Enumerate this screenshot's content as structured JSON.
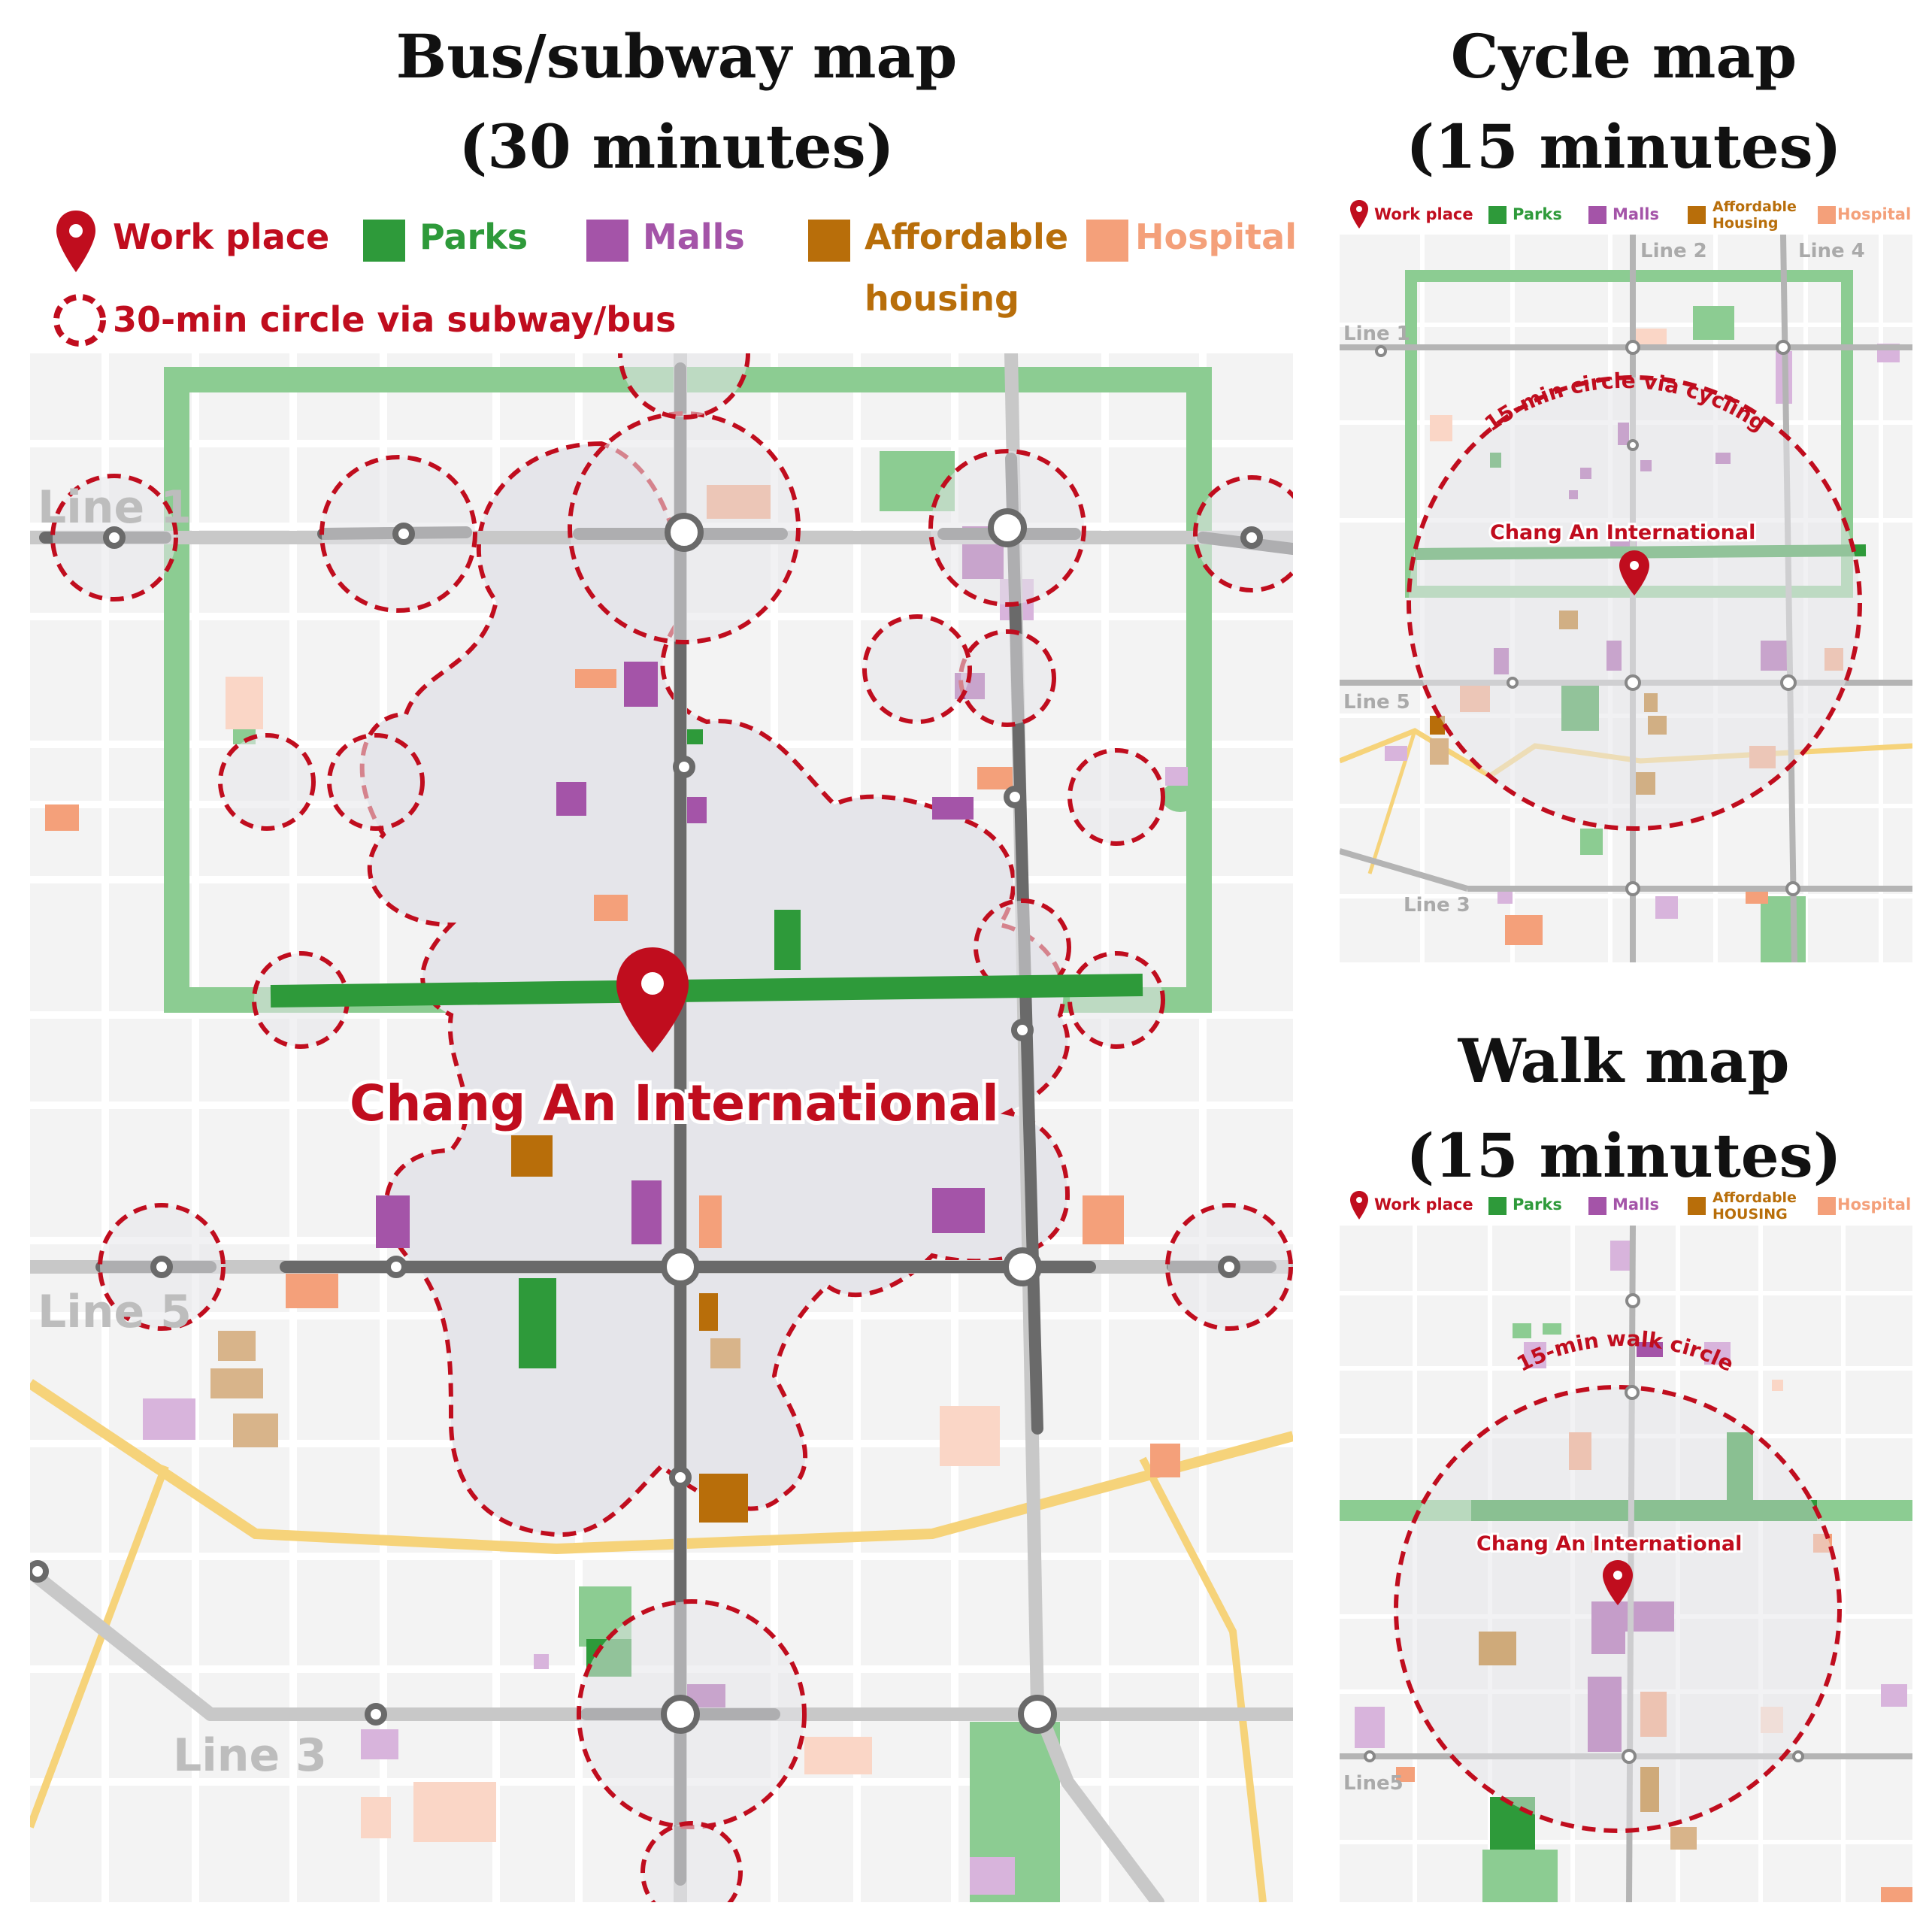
{
  "colors": {
    "workplace": "#c00d1e",
    "park": "#2e9a3a",
    "mall": "#a454a8",
    "housing": "#b86e0a",
    "hospital": "#f4a07a",
    "circle": "#c00d1e"
  },
  "bus_map": {
    "title_line1": "Bus/subway map",
    "title_line2": "(30 minutes)",
    "legend": {
      "workplace": "Work place",
      "parks": "Parks",
      "malls": "Malls",
      "affordable1": "Affordable",
      "affordable2": "housing",
      "hospital": "Hospital",
      "circle": "30-min circle via subway/bus"
    },
    "line_labels": {
      "line1": "Line 1",
      "line5": "Line 5",
      "line3": "Line 3"
    },
    "workplace_label": "Chang An International"
  },
  "cycle_map": {
    "title_line1": "Cycle map",
    "title_line2": "(15 minutes)",
    "legend": {
      "workplace": "Work place",
      "parks": "Parks",
      "malls": "Malls",
      "affordable1": "Affordable",
      "affordable2": "Housing",
      "hospital": "Hospital"
    },
    "line_labels": {
      "line1": "Line 1",
      "line2": "Line 2",
      "line4": "Line 4",
      "line5": "Line 5",
      "line3": "Line 3"
    },
    "circle_label": "15-min circle via cycling",
    "workplace_label": "Chang An International"
  },
  "walk_map": {
    "title_line1": "Walk map",
    "title_line2": "(15 minutes)",
    "legend": {
      "workplace": "Work place",
      "parks": "Parks",
      "malls": "Malls",
      "affordable1": "Affordable",
      "affordable2": "HOUSING",
      "hospital": "Hospital"
    },
    "line_labels": {
      "line5": "Line5"
    },
    "circle_label": "15-min walk circle",
    "workplace_label": "Chang An International"
  }
}
